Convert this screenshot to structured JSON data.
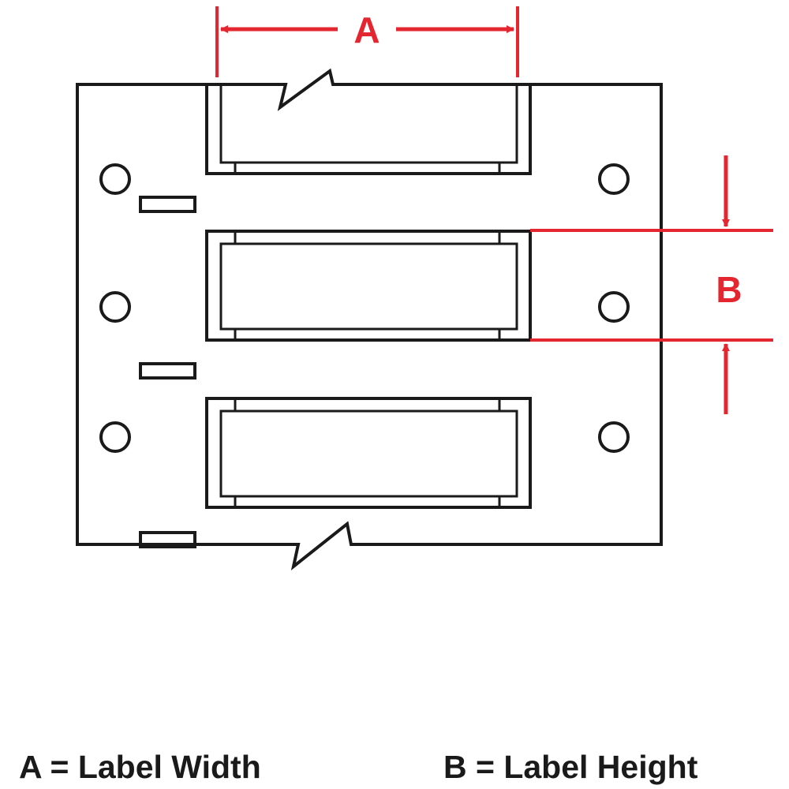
{
  "diagram": {
    "dimension_a_letter": "A",
    "dimension_b_letter": "B",
    "legend_a": "A = Label Width",
    "legend_b": "B = Label Height"
  },
  "colors": {
    "line": "#1a1a1a",
    "dimension": "#e3262f",
    "background": "#ffffff"
  }
}
